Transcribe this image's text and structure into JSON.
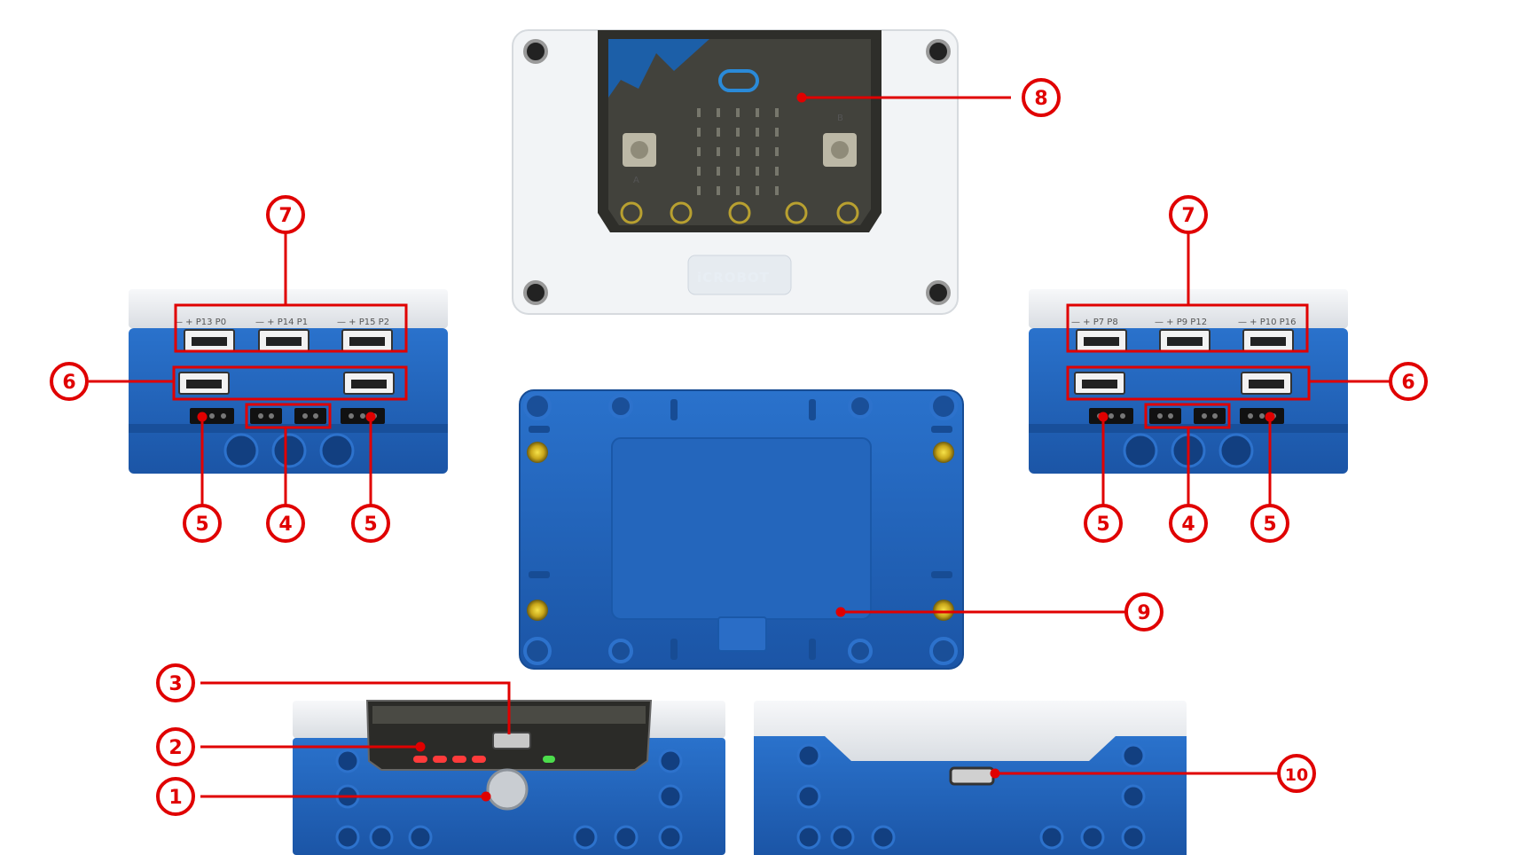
{
  "colors": {
    "callout_red": "#e00000",
    "case_blue": "#1e5fb4",
    "case_blue_light": "#2f77cf",
    "cover_white": "#f4f6f8",
    "board_dark": "#3a3a36",
    "led_red": "#ff3b3b",
    "led_green": "#4cdd4c"
  },
  "callouts": {
    "c1": "1",
    "c2": "2",
    "c3": "3",
    "c4": "4",
    "c5": "5",
    "c6": "6",
    "c7": "7",
    "c8": "8",
    "c9": "9",
    "c10": "10"
  },
  "module_left": {
    "top_port_labels": [
      "— + P13 P0",
      "— + P14 P1",
      "— + P15 P2"
    ]
  },
  "module_right": {
    "top_port_labels": [
      "— + P7 P8",
      "— + P9 P12",
      "— + P10 P16"
    ]
  },
  "top_view": {
    "logo_text": "iCROBOT",
    "button_a": "A",
    "button_b": "B"
  }
}
